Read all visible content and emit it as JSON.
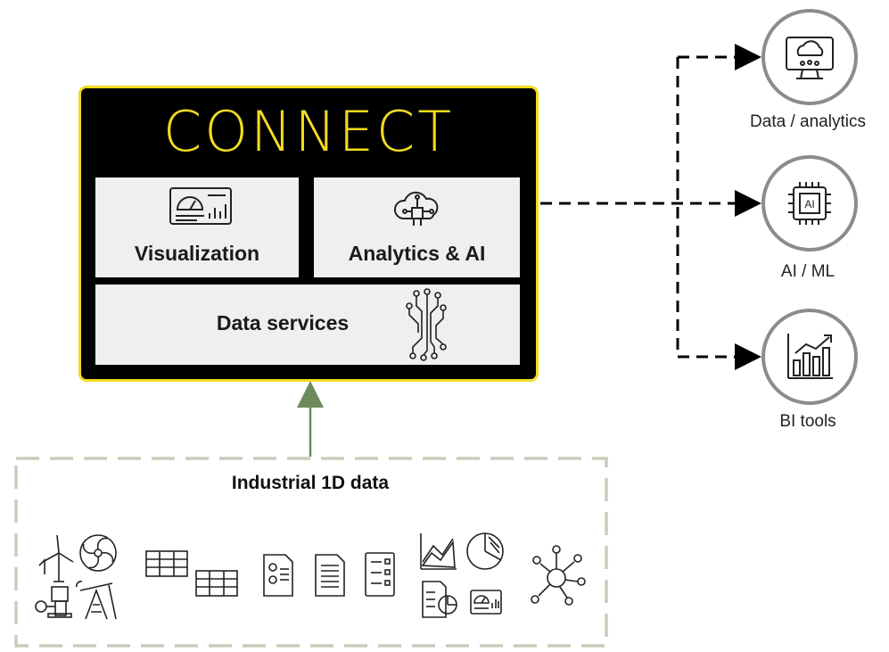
{
  "connect": {
    "logo_text": "CONNECT",
    "tiles": {
      "visualization": "Visualization",
      "analytics": "Analytics & AI",
      "data_services": "Data services"
    }
  },
  "outputs": [
    {
      "label": "Data / analytics",
      "icon": "cloud-monitor-icon"
    },
    {
      "label": "AI / ML",
      "icon": "ai-chip-icon"
    },
    {
      "label": "BI tools",
      "icon": "bar-chart-growth-icon"
    }
  ],
  "source_panel": {
    "title": "Industrial 1D data",
    "icons": [
      "wind-turbine-icon",
      "fan-icon",
      "pump-icon",
      "oil-pumpjack-icon",
      "table-icon",
      "table-icon",
      "document-icon",
      "document-icon",
      "list-icon",
      "area-chart-icon",
      "pie-chart-icon",
      "report-icon",
      "dashboard-icon",
      "network-node-icon"
    ]
  },
  "colors": {
    "accent_yellow": "#f2dc1e",
    "panel_border": "#c8cdbb",
    "arrow_green": "#6d8a5c",
    "circle_border": "#8c8c8c"
  }
}
